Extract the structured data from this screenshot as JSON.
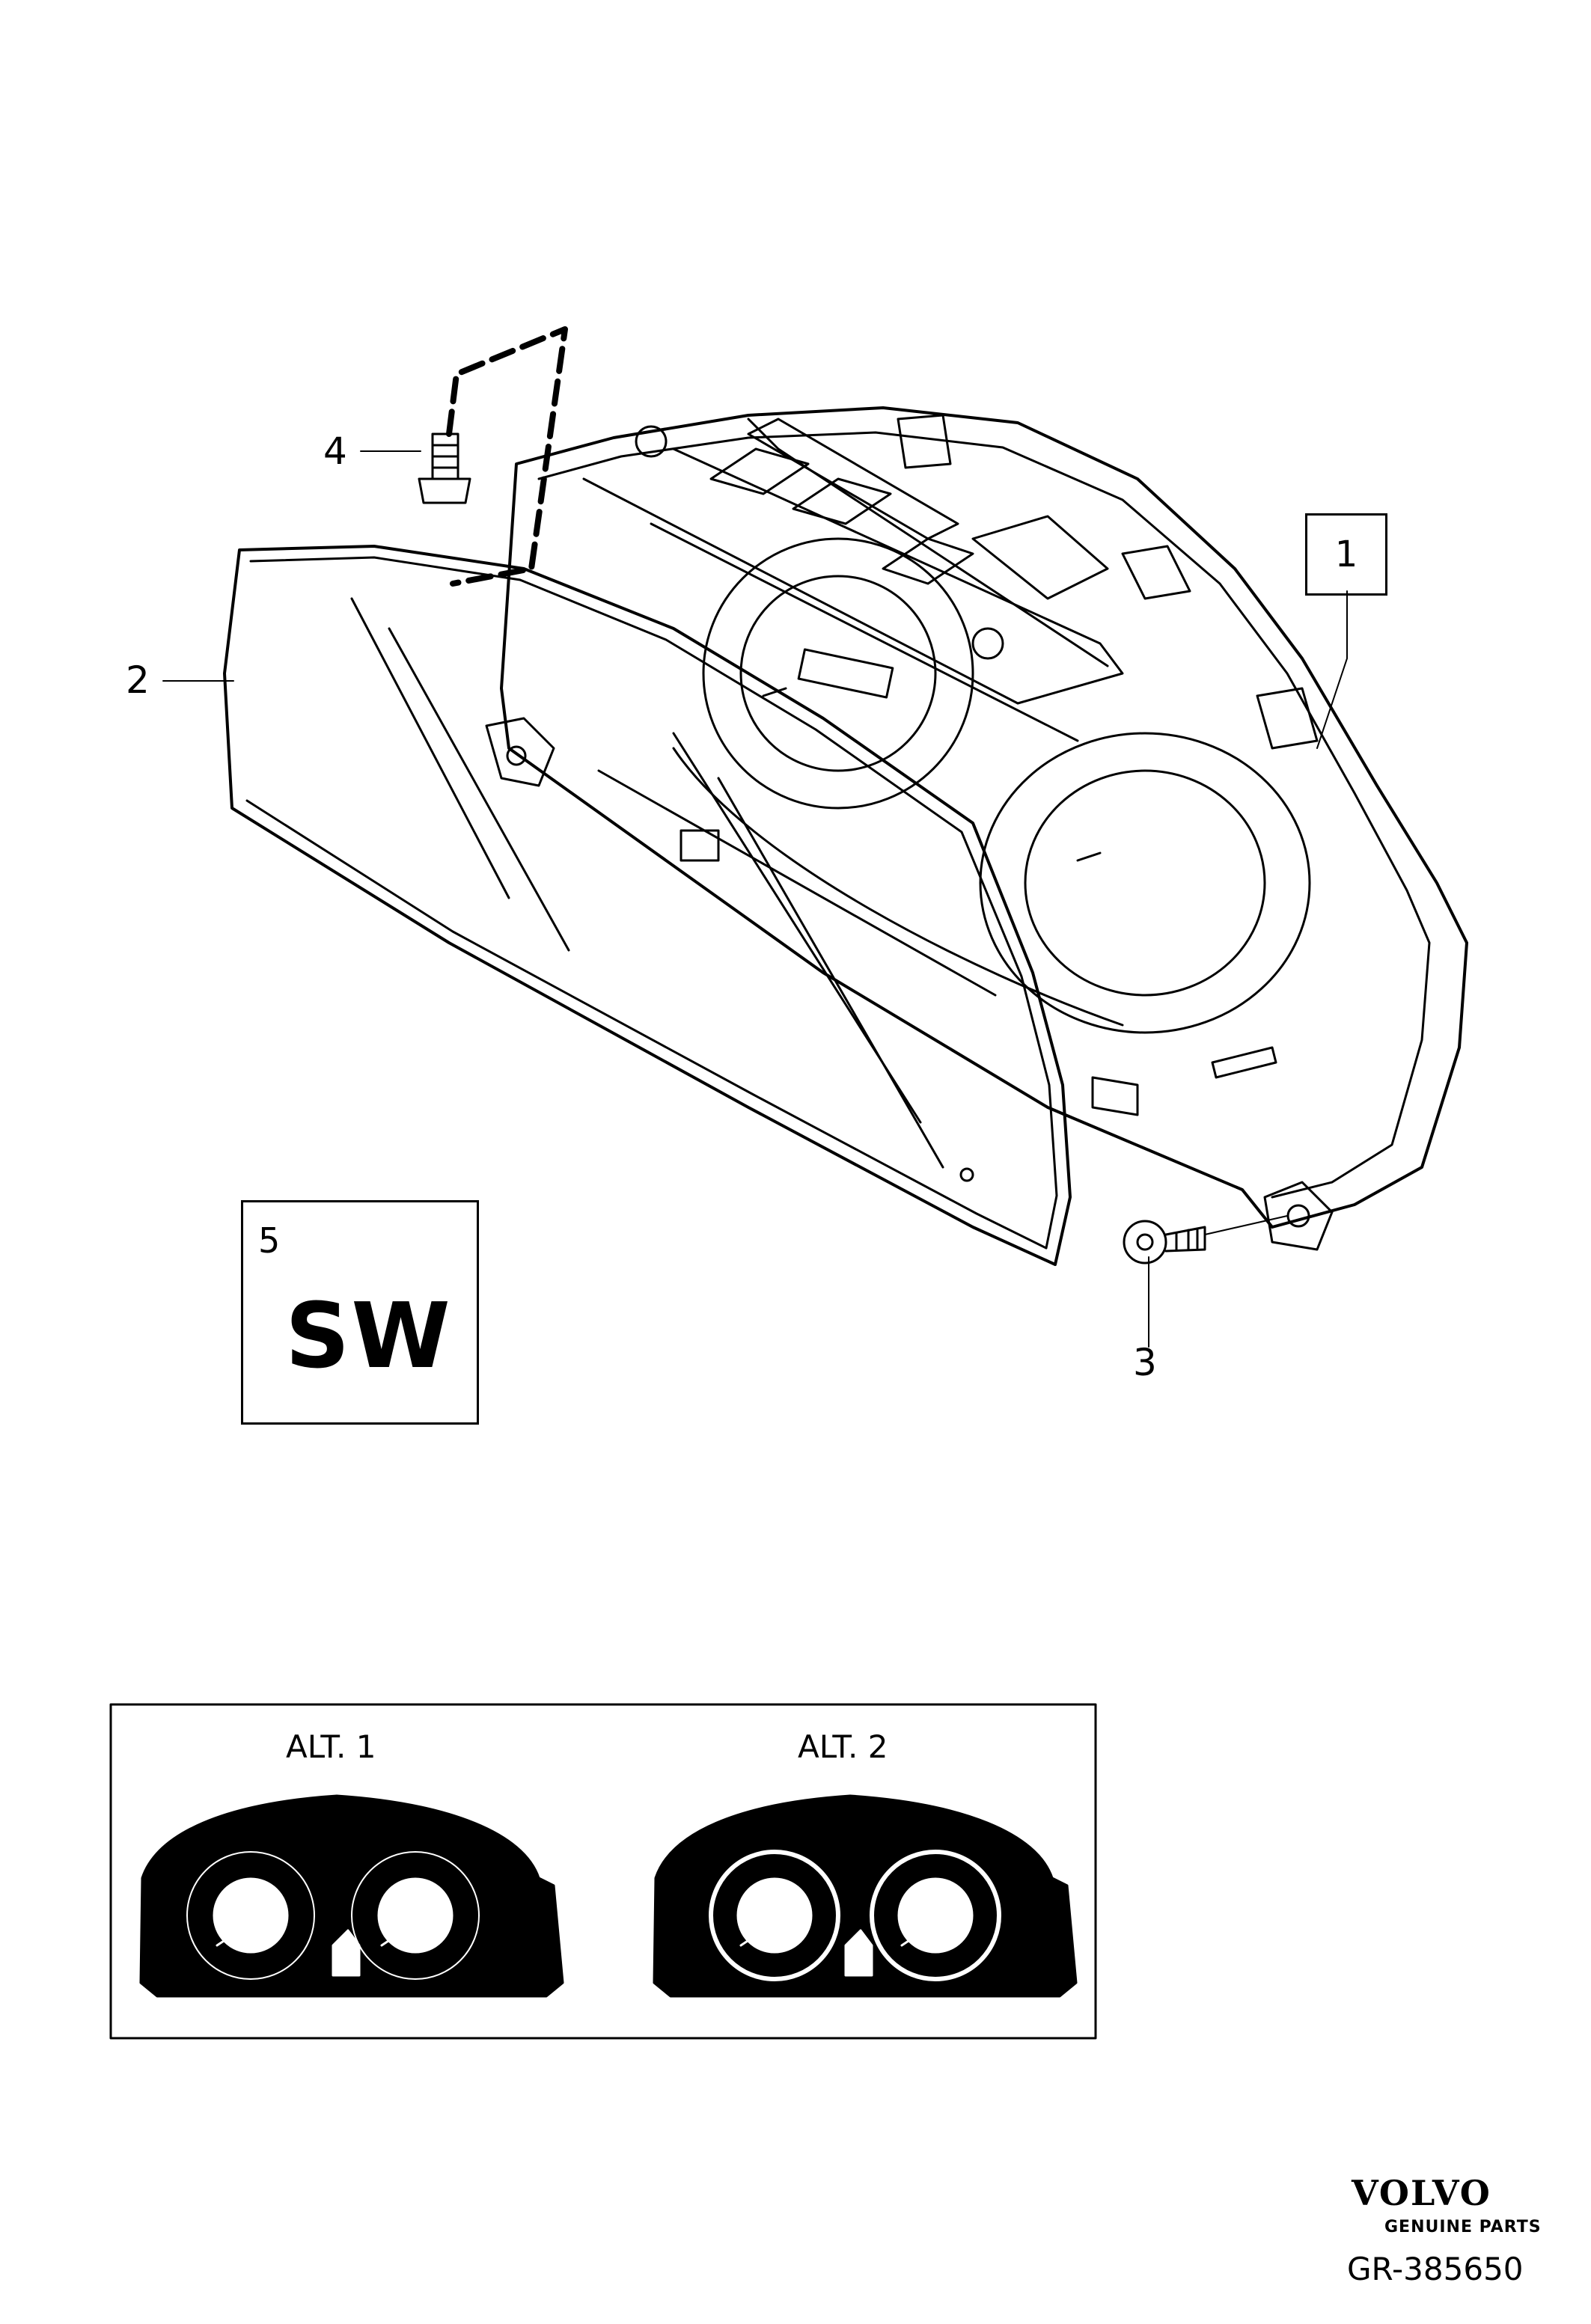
{
  "callouts": {
    "c1": "1",
    "c2": "2",
    "c3": "3",
    "c4": "4",
    "c5": "5"
  },
  "software_box": {
    "text": "SW"
  },
  "alternatives": {
    "alt1_label": "ALT. 1",
    "alt2_label": "ALT. 2"
  },
  "brand": {
    "logo": "VOLVO",
    "sub": "GENUINE PARTS"
  },
  "reference": "GR-385650",
  "icons": [
    "screw-icon",
    "bolt-icon",
    "instrument-cluster",
    "cover-glass",
    "gauge-face-icon"
  ]
}
